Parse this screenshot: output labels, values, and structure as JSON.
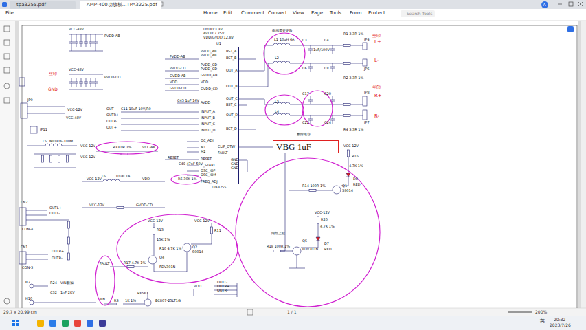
{
  "diagram": {
    "nodes": [
      {
        "text": [
          "tpa3255.pdf"
        ]
      },
      {
        "text": [
          "AMP-400功放板...TPA3225.pdf"
        ]
      },
      {
        "text": [
          "U1",
          "TPA3255"
        ]
      },
      {
        "text": [
          "VBG 1uF"
        ]
      }
    ],
    "labels": [
      "File",
      "Home",
      "Edit",
      "Comment",
      "Convert",
      "View",
      "Page",
      "Tools",
      "Form",
      "Protect",
      "Search Tools",
      "A",
      "DVDD:3.3V",
      "AVDD:7.75V",
      "VDD/GVDD:12.8V",
      "VCC-48V",
      "PVDD-AB",
      "VCC-48V",
      "PVDD-CD",
      "丝印",
      "GND",
      "PVDD-AB",
      "PVDD-CD",
      "GVDD-AB",
      "VDD",
      "GVDD-CD",
      "C45 1uF 16V",
      "OUT-",
      "C11 10uF 10V/R0",
      "OUTR+",
      "OUTR-",
      "OUT+",
      "JP9",
      "VCC-12V",
      "VCC-48V",
      "JP11",
      "L5",
      "MI0306-100M",
      "VCC-12V",
      "VCC-12V",
      "R33 0R 1%",
      "VCC-AB",
      "RESET",
      "C49 47nF 50V",
      "VCC-12V",
      "L6",
      "10uH 1A",
      "VDD",
      "R5 30K 1%",
      "VCC-12V",
      "GVDD-CD",
      "CN2",
      "CON-4",
      "OUTL+",
      "OUTL-",
      "CN1",
      "CON-3",
      "OUTR+",
      "OUTR-",
      "VCC-12V",
      "VCC-12V",
      "R13",
      "15K 1%",
      "R10 4.7K 1%",
      "Q2",
      "S9014",
      "Q4",
      "FDV301N",
      "FAULT",
      "R17 4.7K 1%",
      "R11",
      "H2",
      "H10",
      "R24",
      "VIN新加",
      "C32",
      "1nF 2KV",
      "EN",
      "R3",
      "1K 1%",
      "RESET",
      "BC807-25LT1G",
      "VDD",
      "PVDD_AB",
      "PVDD_AB",
      "PVDD_CD",
      "PVDD_CD",
      "GVDD_AB",
      "VDD",
      "GVDD_CD",
      "AVDD",
      "INPUT_A",
      "INPUT_B",
      "INPUT_C",
      "INPUT_D",
      "OC_ADJ",
      "M1",
      "M2",
      "RESET",
      "C_START",
      "OSC_IOP",
      "OSC_IOM",
      "FREQ_ADJ",
      "BST_A",
      "BST_B",
      "OUT_A",
      "OUT_B",
      "OUT_C",
      "BST_C",
      "OUT_D",
      "BST_D",
      "CLIP_OTW",
      "FAULT",
      "GND",
      "GND",
      "GND",
      "电感需要更改",
      "L1",
      "10uH 6A",
      "L2",
      "L3",
      "L4",
      "C3",
      "1uF/100V",
      "C4",
      "R1 3.3R 1%",
      "JP4",
      "丝印",
      "L+",
      "L-",
      "JP5",
      "C6",
      "C8",
      "R2 3.3R 1%",
      "C17",
      "C20",
      "JP8",
      "丝印",
      "R+",
      "R-",
      "JP7",
      "C22",
      "C24",
      "R4 3.3R 1%",
      "删除电容",
      "VCC-12V",
      "R16",
      "4.7K 1%",
      "R14 100R 1%",
      "Q1",
      "S9014",
      "D8",
      "RED",
      "VCC-12V",
      "R20",
      "4.7K 1%",
      "内部上拉",
      "R18 100R 1%",
      "Q5",
      "FDV301N",
      "D7",
      "RED",
      "OUTL-",
      "OUTR+",
      "OUTR-",
      "29.7 x 20.99 cm",
      "1 / 1",
      "200%",
      "英",
      "20:32",
      "2023/7/26"
    ]
  }
}
